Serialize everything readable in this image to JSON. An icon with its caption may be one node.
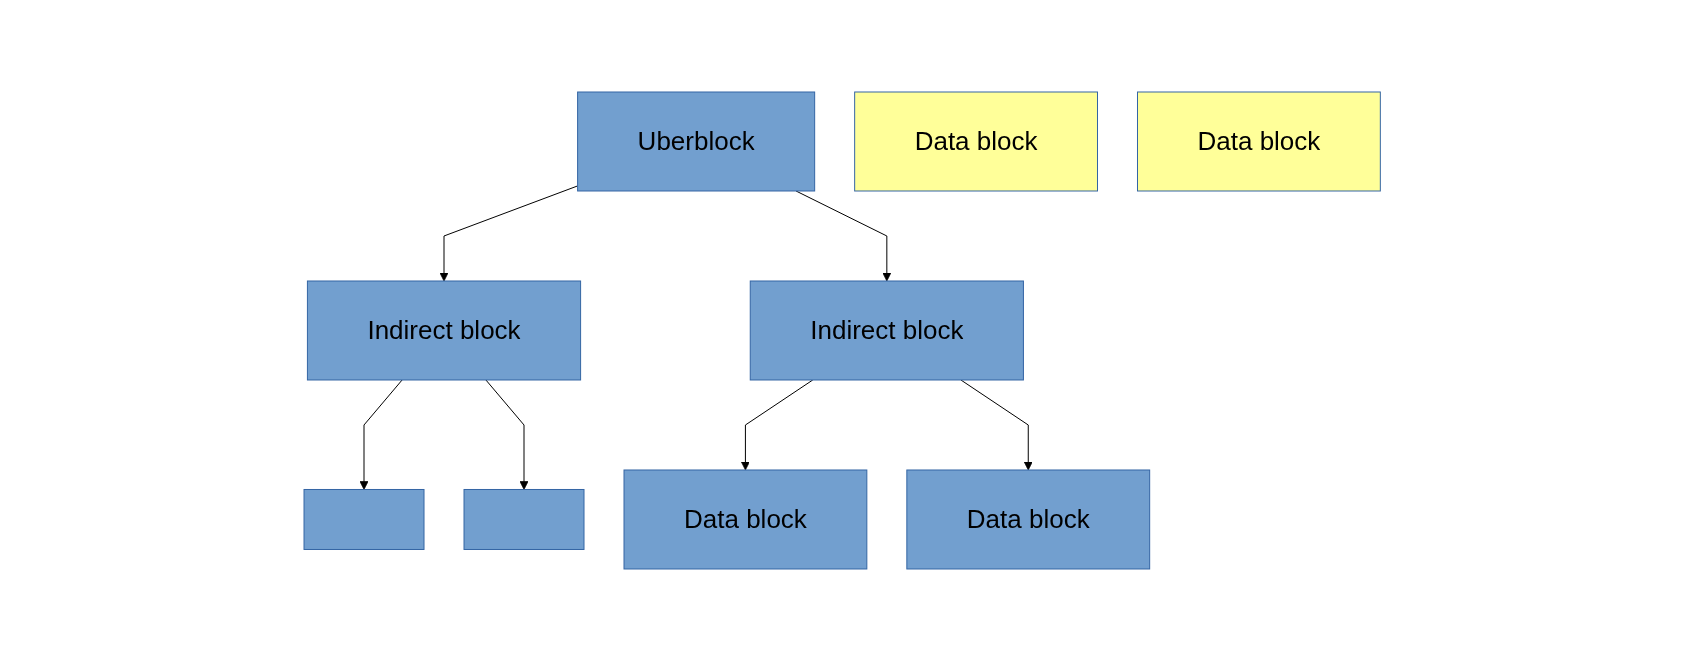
{
  "diagram": {
    "nodes": [
      {
        "text": [
          "Uberblock"
        ]
      },
      {
        "text": [
          "Indirect block"
        ]
      },
      {
        "text": [
          "Indirect block"
        ]
      },
      {
        "text": [],
        "shape": "box"
      },
      {
        "text": [
          "Data block"
        ]
      },
      {
        "text": [],
        "shape": "box"
      },
      {
        "text": [
          "Data block"
        ]
      },
      {
        "text": [
          "Data block"
        ]
      },
      {
        "text": [
          "Data block"
        ]
      }
    ],
    "edges": [
      {
        "from": 0,
        "to": 1,
        "arrow": "to"
      },
      {
        "from": 0,
        "to": 2,
        "arrow": "to"
      },
      {
        "from": 1,
        "to": 3,
        "arrow": "to"
      },
      {
        "from": 1,
        "to": 5,
        "arrow": "to"
      },
      {
        "from": 2,
        "to": 7,
        "arrow": "to"
      },
      {
        "from": 2,
        "to": 8,
        "arrow": "to"
      }
    ]
  }
}
